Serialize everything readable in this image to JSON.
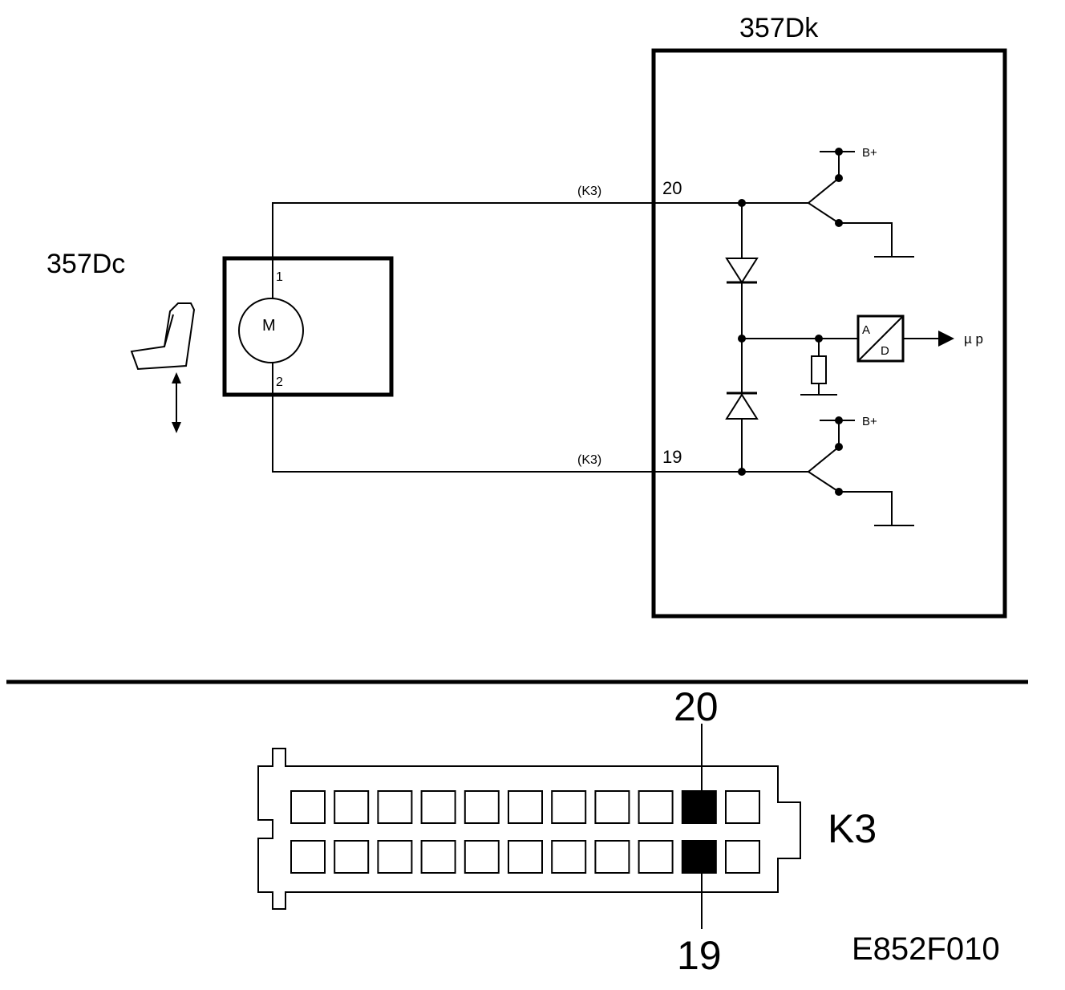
{
  "components": {
    "ecu_label": "357Dk",
    "motor_module_label": "357Dc",
    "motor_symbol": "M",
    "motor_pin_top": "1",
    "motor_pin_bottom": "2",
    "adc_in": "A",
    "adc_out": "D",
    "microprocessor": "µ p",
    "supply_top": "B+",
    "supply_bottom": "B+"
  },
  "wires": {
    "top_connector_tag": "(K3)",
    "bottom_connector_tag": "(K3)",
    "top_pin": "20",
    "bottom_pin": "19"
  },
  "connector": {
    "name": "K3",
    "highlight_top_pin": "20",
    "highlight_bottom_pin": "19",
    "columns": 11,
    "rows": 2,
    "filled_column": 10
  },
  "figure_id": "E852F010",
  "icons": [
    "seat-icon",
    "up-down-arrow-icon",
    "diode-icon",
    "resistor-icon",
    "ground-icon",
    "switch-icon",
    "adc-icon",
    "arrow-right-icon"
  ]
}
